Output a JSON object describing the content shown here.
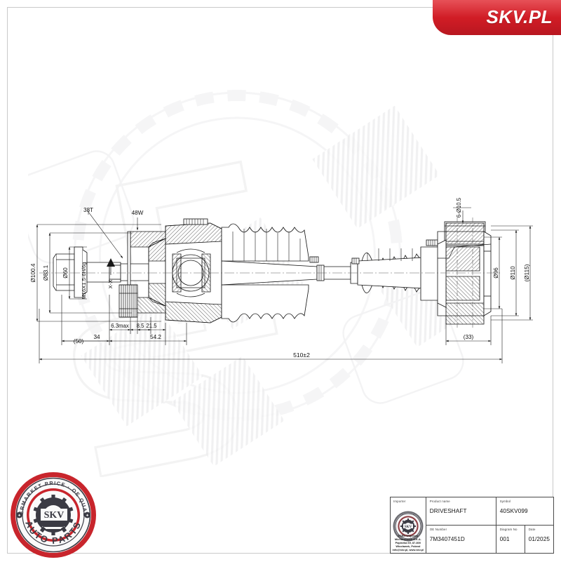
{
  "header": {
    "brand": "SKV.PL",
    "brand_color": "#cf1c25"
  },
  "drawing": {
    "type": "technical-engineering-drawing",
    "subject": "DRIVESHAFT",
    "dimensions": {
      "d100_4": "Ø100.4",
      "d83_1": "Ø83.1",
      "d60": "Ø60",
      "thread": "M16X1.5-6H/6g",
      "section": "X-X",
      "teeth_38": "38T",
      "teeth_48": "48W",
      "len_50": "(50)",
      "len_34": "34",
      "max_6_3": "6.3max",
      "len_8_5": "8.5",
      "len_21_5": "21.5",
      "len_54_2": "54.2",
      "total_len": "510±2",
      "len_33": "(33)",
      "holes": "6-Ø10.5",
      "d96": "Ø96",
      "d110": "Ø110",
      "d115": "(Ø115)"
    }
  },
  "seal": {
    "top_text": "AFTERMARKET PRICE · OE QUALITY",
    "bottom_text": "AUTO PARTS",
    "center_text": "SKV",
    "ring_color": "#c8252c"
  },
  "title_block": {
    "importer_caption": "Importer",
    "importer_logo_text": "SKV",
    "importer_address_lines": [
      "ESEN Wojciech Michorzewski S.K.A.",
      "Papieżka 69, 87-800 Włocławek, Poland",
      "info@skv.pl, www.skv.pl"
    ],
    "product_name_caption": "Product name",
    "product_name_value": "DRIVESHAFT",
    "symbol_caption": "Symbol",
    "symbol_value": "40SKV099",
    "oe_number_caption": "OE Number",
    "oe_number_value": "7M3407451D",
    "diagram_no_caption": "Diagram No",
    "diagram_no_value": "001",
    "date_caption": "Date",
    "date_value": "01/2025"
  },
  "watermark": {
    "text": "SKV"
  }
}
